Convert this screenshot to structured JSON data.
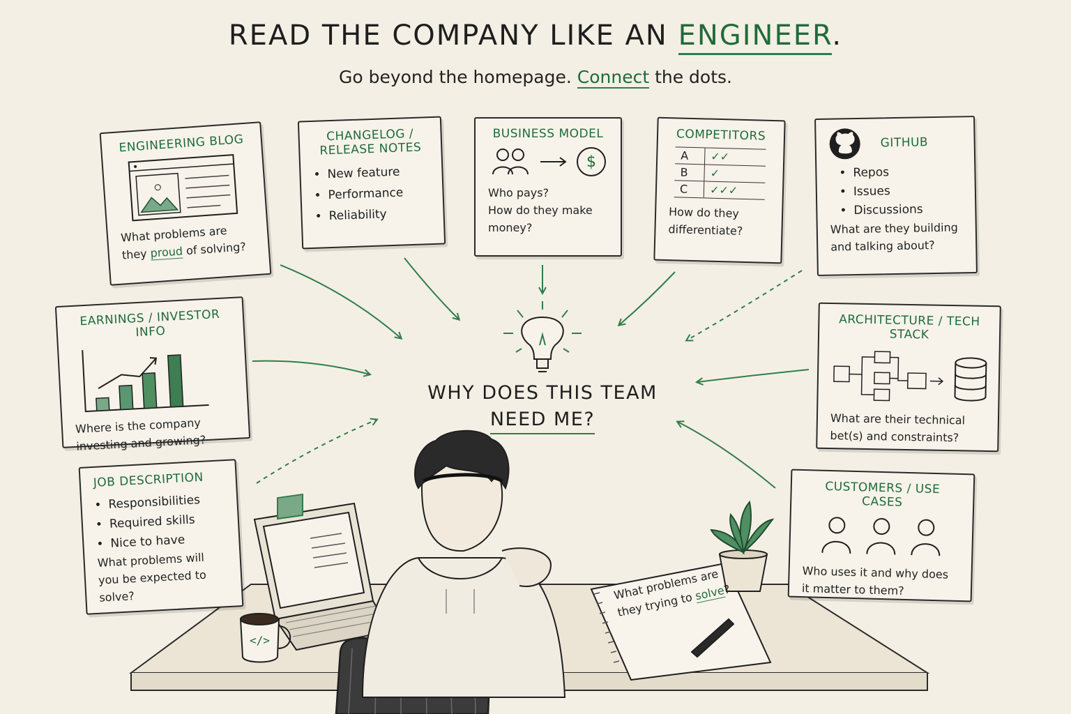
{
  "header": {
    "title_pre": "READ THE COMPANY LIKE AN ",
    "title_highlight": "ENGINEER",
    "title_post": ".",
    "subtitle_pre": "Go beyond the homepage. ",
    "subtitle_highlight": "Connect",
    "subtitle_post": " the dots."
  },
  "center": {
    "line1": "WHY DOES THIS TEAM",
    "line2": "NEED ME?"
  },
  "cards": {
    "engineering_blog": {
      "title": "ENGINEERING BLOG",
      "question_pre": "What problems are they ",
      "question_highlight": "proud",
      "question_post": " of solving?"
    },
    "changelog": {
      "title_line1": "CHANGELOG /",
      "title_line2": "RELEASE NOTES",
      "bullets": [
        "New feature",
        "Performance",
        "Reliability"
      ]
    },
    "business_model": {
      "title": "BUSINESS MODEL",
      "question_line1": "Who pays?",
      "question_line2": "How do they make money?",
      "currency_symbol": "$"
    },
    "competitors": {
      "title": "COMPETITORS",
      "rows": [
        {
          "label": "A",
          "mark": "✓✓"
        },
        {
          "label": "B",
          "mark": "✓"
        },
        {
          "label": "C",
          "mark": "✓✓✓"
        }
      ],
      "question": "How do they differentiate?"
    },
    "github": {
      "title": "GITHUB",
      "bullets": [
        "Repos",
        "Issues",
        "Discussions"
      ],
      "question": "What are they building and talking about?"
    },
    "earnings": {
      "title": "EARNINGS / INVESTOR INFO",
      "question": "Where is the company investing and growing?"
    },
    "architecture": {
      "title": "ARCHITECTURE / TECH STACK",
      "question": "What are their technical bet(s) and constraints?"
    },
    "job_description": {
      "title": "JOB DESCRIPTION",
      "bullets": [
        "Responsibilities",
        "Required skills",
        "Nice to have"
      ],
      "question": "What problems will you be expected to solve?"
    },
    "customers": {
      "title": "CUSTOMERS / USE CASES",
      "question": "Who uses it and why does it matter to them?"
    }
  },
  "notebook": {
    "text_pre": "What problems are they trying to ",
    "text_highlight": "solve",
    "text_post": "?"
  },
  "mug": {
    "code_symbol": "</>"
  },
  "colors": {
    "accent_green": "#1f6b3a",
    "ink": "#1f1f1f",
    "paper": "#f4efe4"
  }
}
